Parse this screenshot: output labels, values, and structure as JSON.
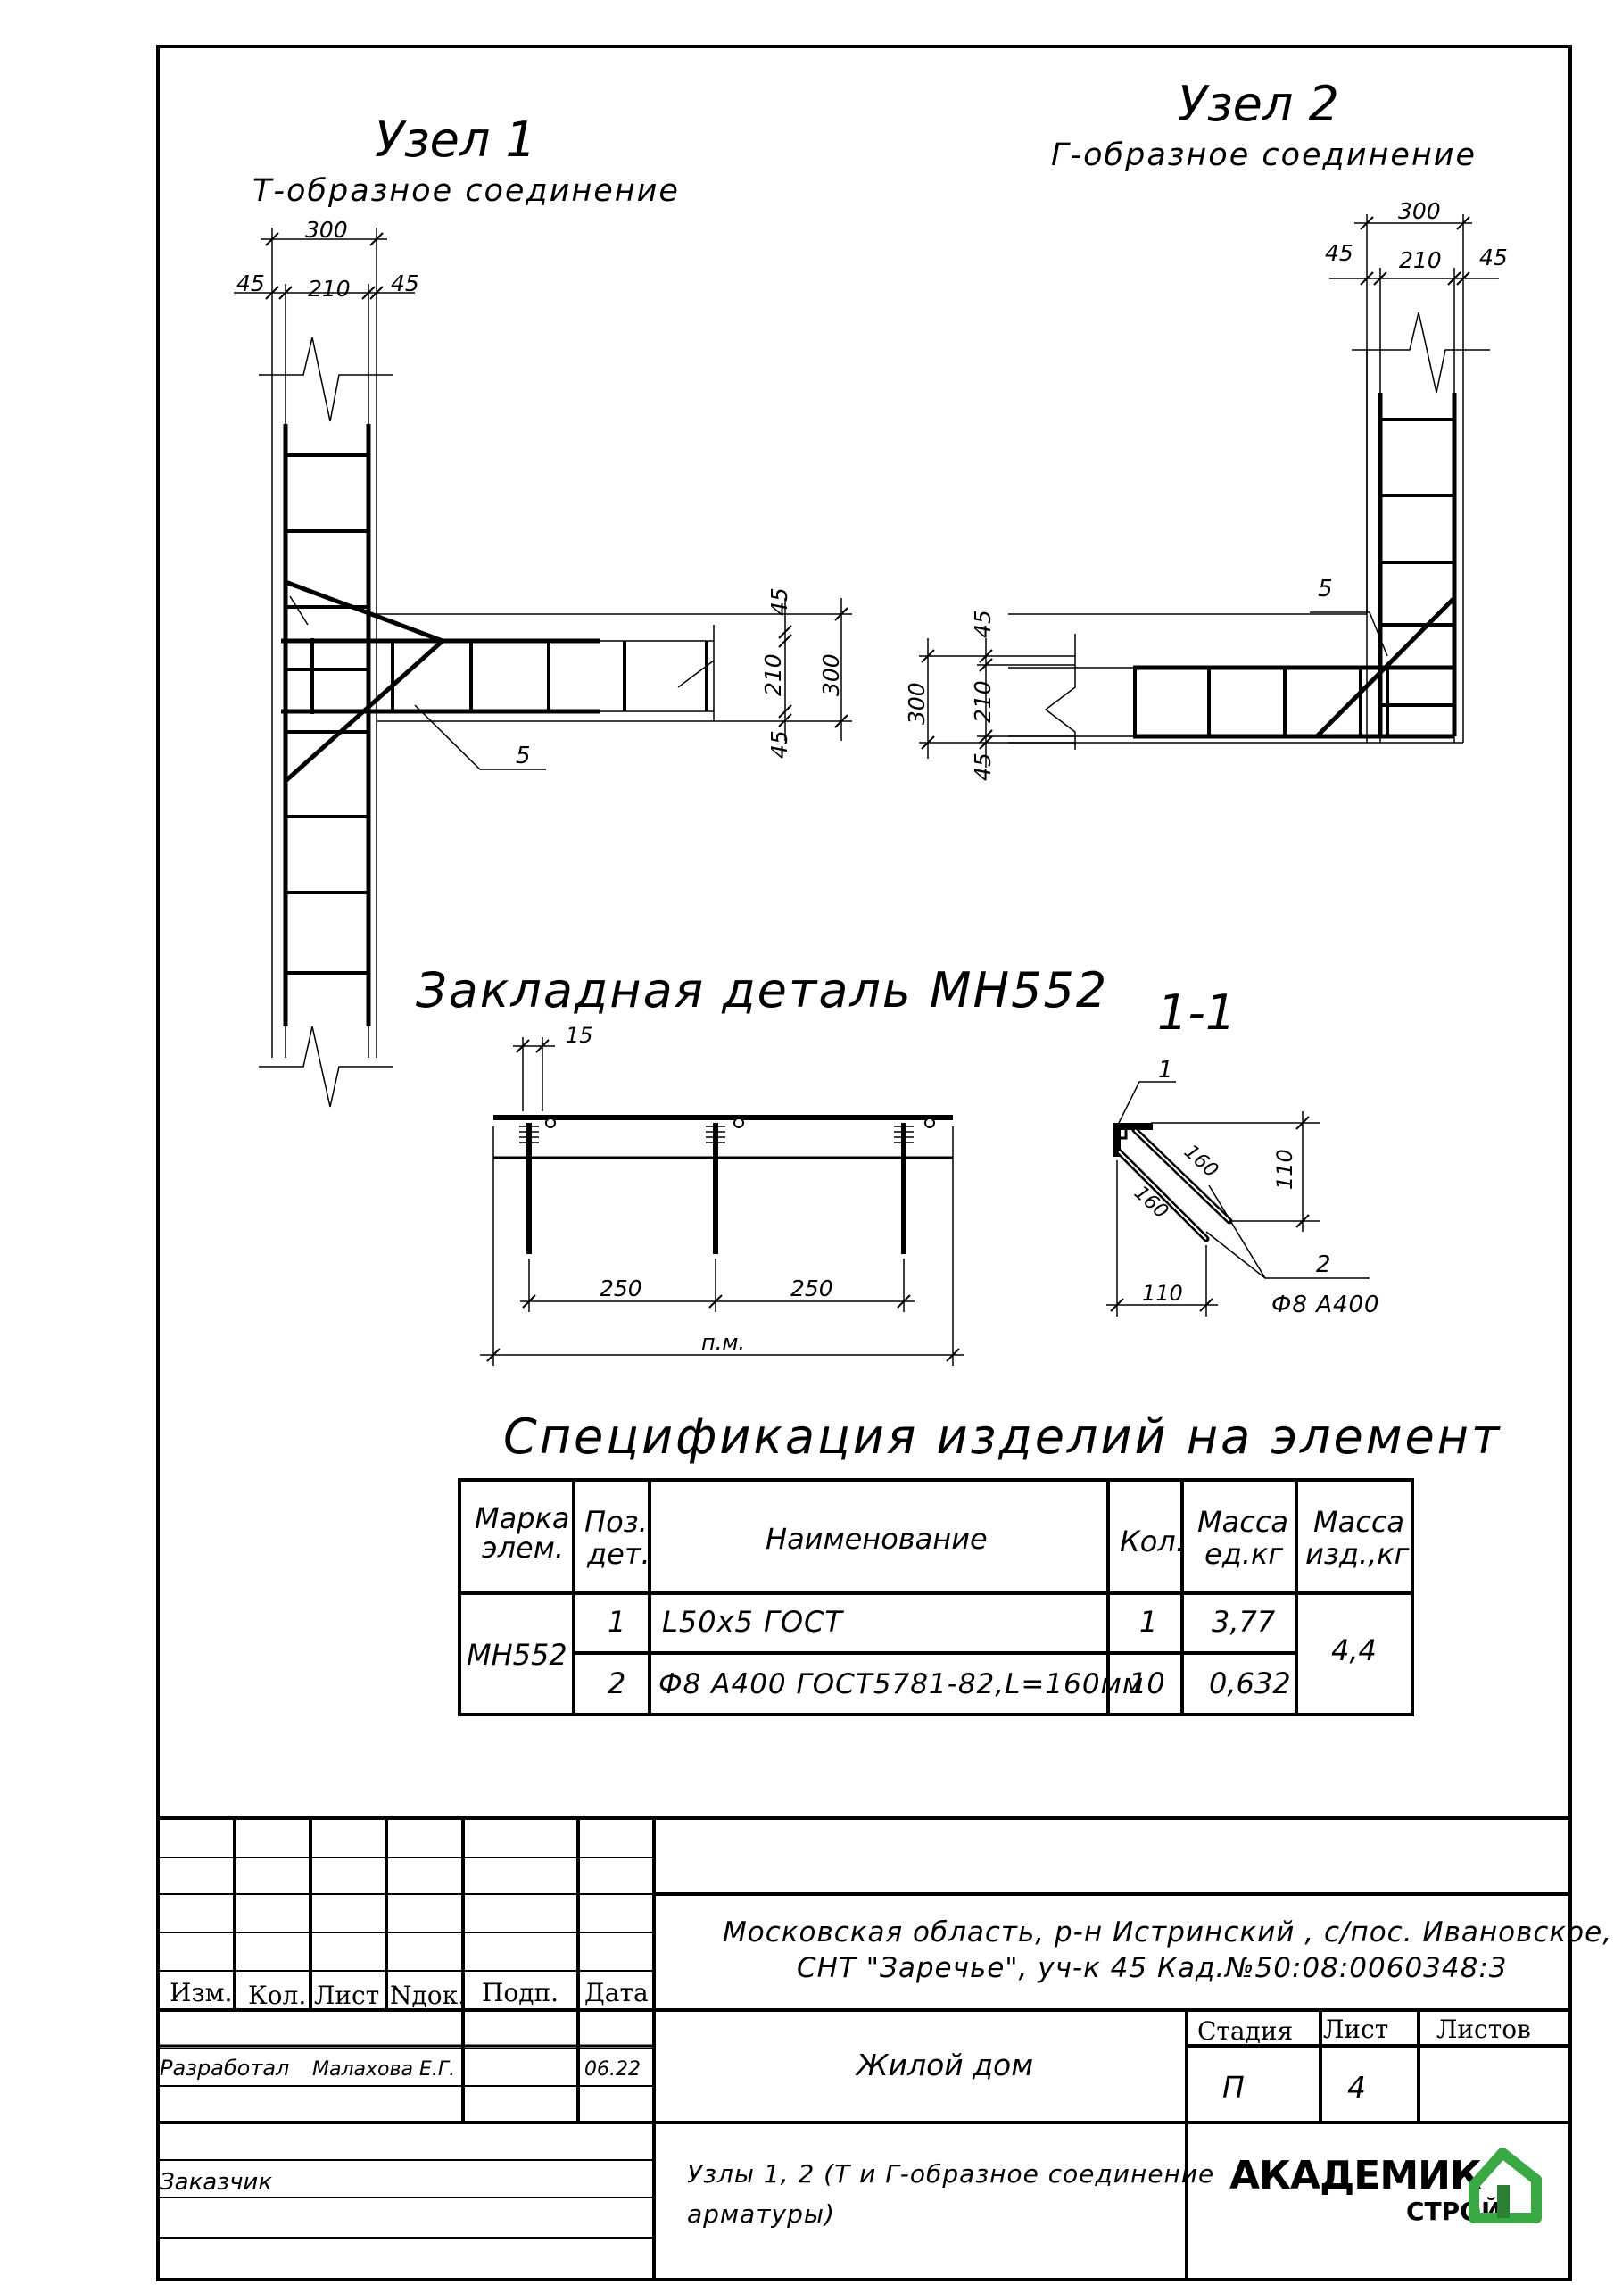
{
  "node1": {
    "title": "Узел 1",
    "subtitle": "Т-образное соединение",
    "dim_total": "300",
    "dim_cover_left": "45",
    "dim_core": "210",
    "dim_cover_right": "45",
    "right_dim_cover_top": "45",
    "right_dim_core": "210",
    "right_dim_total": "300",
    "right_dim_cover_bottom": "45",
    "leader_pos": "5"
  },
  "node2": {
    "title": "Узел 2",
    "subtitle": "Г-образное соединение",
    "dim_total": "300",
    "dim_cover_left": "45",
    "dim_core": "210",
    "dim_cover_right": "45",
    "left_dim_total": "300",
    "left_dim_cover_top": "45",
    "left_dim_core": "210",
    "left_dim_cover_bottom": "45",
    "leader_pos": "5"
  },
  "embed": {
    "title": "Закладная деталь МН552",
    "dim_edge": "15",
    "dim_span_1": "250",
    "dim_span_2": "250",
    "dim_length": "п.м."
  },
  "section": {
    "title": "1-1",
    "pos_angle": "1",
    "pos_rod": "2",
    "rod_size_1": "160",
    "rod_size_2": "160",
    "dim_height": "110",
    "dim_width": "110",
    "rod_spec": "Ф8 А400"
  },
  "spec": {
    "title": "Спецификация изделий на элемент",
    "headers": {
      "mark": [
        "Марка",
        "элем."
      ],
      "pos": [
        "Поз.",
        "дет."
      ],
      "name": "Наименование",
      "qty": "Кол.",
      "unit_mass": [
        "Масса",
        "ед.кг"
      ],
      "item_mass": [
        "Масса",
        "изд.,кг"
      ]
    },
    "mark": "МН552",
    "rows": [
      {
        "pos": "1",
        "name": "L50x5 ГОСТ",
        "qty": "1",
        "unit_mass": "3,77"
      },
      {
        "pos": "2",
        "name": "Ф8 А400 ГОСТ5781-82,L=160мм",
        "qty": "10",
        "unit_mass": "0,632"
      }
    ],
    "item_mass": "4,4"
  },
  "titleblock": {
    "col_izm": "Изм.",
    "col_kol": "Кол.",
    "col_list": "Лист",
    "col_ndoc": "Nдок.",
    "col_podp": "Подп.",
    "col_date": "Дата",
    "address_line1": "Московская область, р-н Истринский , с/пос. Ивановское,",
    "address_line2": "СНТ \"Заречье\", уч-к 45 Кад.№50:08:0060348:3",
    "developer_role": "Разработал",
    "developer_name": "Малахова Е.Г.",
    "developer_date": "06.22",
    "customer_role": "Заказчик",
    "object_name": "Жилой дом",
    "stage_label": "Стадия",
    "sheet_label": "Лист",
    "sheets_label": "Листов",
    "stage_value": "П",
    "sheet_value": "4",
    "sheet_title_line1": "Узлы 1, 2 (Т и Г-образное соединение",
    "sheet_title_line2": "арматуры)",
    "logo_text_1": "АКАДЕМИК",
    "logo_text_2": "СТРОЙ"
  },
  "colors": {
    "ink": "#000000",
    "logo_green": "#3aa843",
    "logo_dark": "#2d7f35"
  }
}
